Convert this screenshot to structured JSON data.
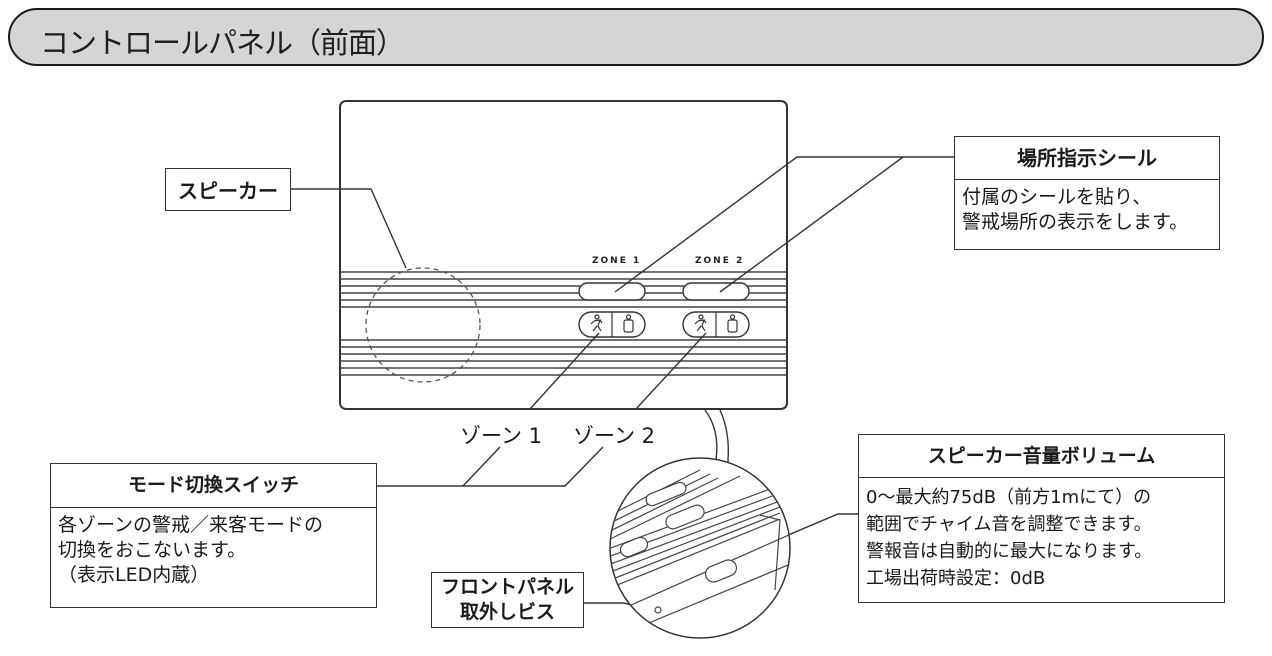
{
  "title": "コントロールパネル（前面）",
  "device": {
    "zone_labels": [
      "ZONE 1",
      "ZONE 2"
    ],
    "zone_names": [
      "ゾーン 1",
      "ゾーン 2"
    ],
    "icons": [
      "guard-mode-icon",
      "visitor-mode-icon"
    ]
  },
  "callouts": {
    "speaker": {
      "title": "スピーカー"
    },
    "seal": {
      "title": "場所指示シール",
      "lines": [
        "付属のシールを貼り、",
        "警戒場所の表示をします。"
      ]
    },
    "mode_switch": {
      "title": "モード切換スイッチ",
      "lines": [
        "各ゾーンの警戒／来客モードの",
        "切換をおこないます。",
        "（表示LED内蔵）"
      ]
    },
    "volume": {
      "title": "スピーカー音量ボリューム",
      "lines": [
        "0～最大約75dB（前方1mにて）の",
        "範囲でチャイム音を調整できます。",
        "警報音は自動的に最大になります。",
        "工場出荷時設定：0dB"
      ]
    },
    "front_screw": {
      "lines": [
        "フロントパネル",
        "取外しビス"
      ]
    }
  },
  "colors": {
    "banner_fill": "#d4d5d7",
    "line": "#333333"
  }
}
